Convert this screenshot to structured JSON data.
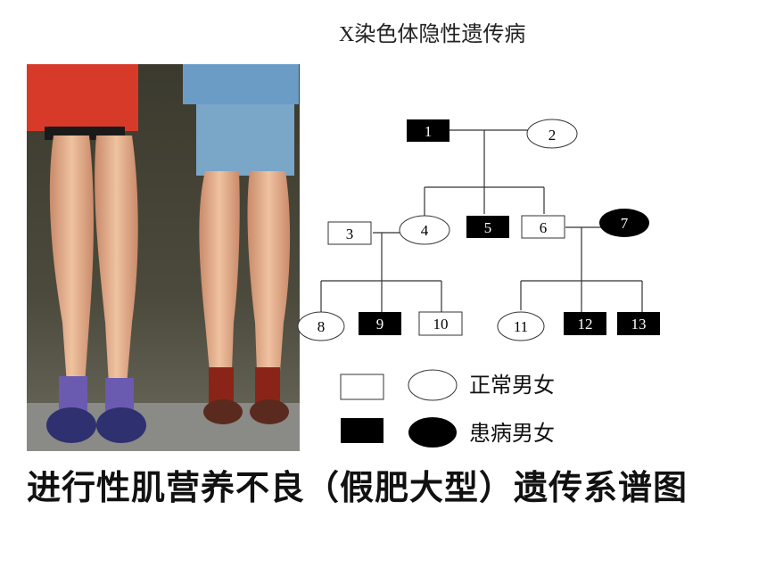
{
  "title": "X染色体隐性遗传病",
  "caption": "进行性肌营养不良（假肥大型）遗传系谱图",
  "legend": {
    "normal": "正常男女",
    "affected": "患病男女"
  },
  "individuals": [
    {
      "id": "1",
      "sex": "male",
      "affected": true
    },
    {
      "id": "2",
      "sex": "female",
      "affected": false
    },
    {
      "id": "3",
      "sex": "male",
      "affected": false
    },
    {
      "id": "4",
      "sex": "female",
      "affected": false
    },
    {
      "id": "5",
      "sex": "male",
      "affected": true
    },
    {
      "id": "6",
      "sex": "male",
      "affected": false
    },
    {
      "id": "7",
      "sex": "female",
      "affected": true
    },
    {
      "id": "8",
      "sex": "female",
      "affected": false
    },
    {
      "id": "9",
      "sex": "male",
      "affected": true
    },
    {
      "id": "10",
      "sex": "male",
      "affected": false
    },
    {
      "id": "11",
      "sex": "female",
      "affected": false
    },
    {
      "id": "12",
      "sex": "male",
      "affected": true
    },
    {
      "id": "13",
      "sex": "male",
      "affected": true
    }
  ],
  "colors": {
    "affected": "#000000",
    "normal": "#ffffff",
    "line": "#333333"
  }
}
